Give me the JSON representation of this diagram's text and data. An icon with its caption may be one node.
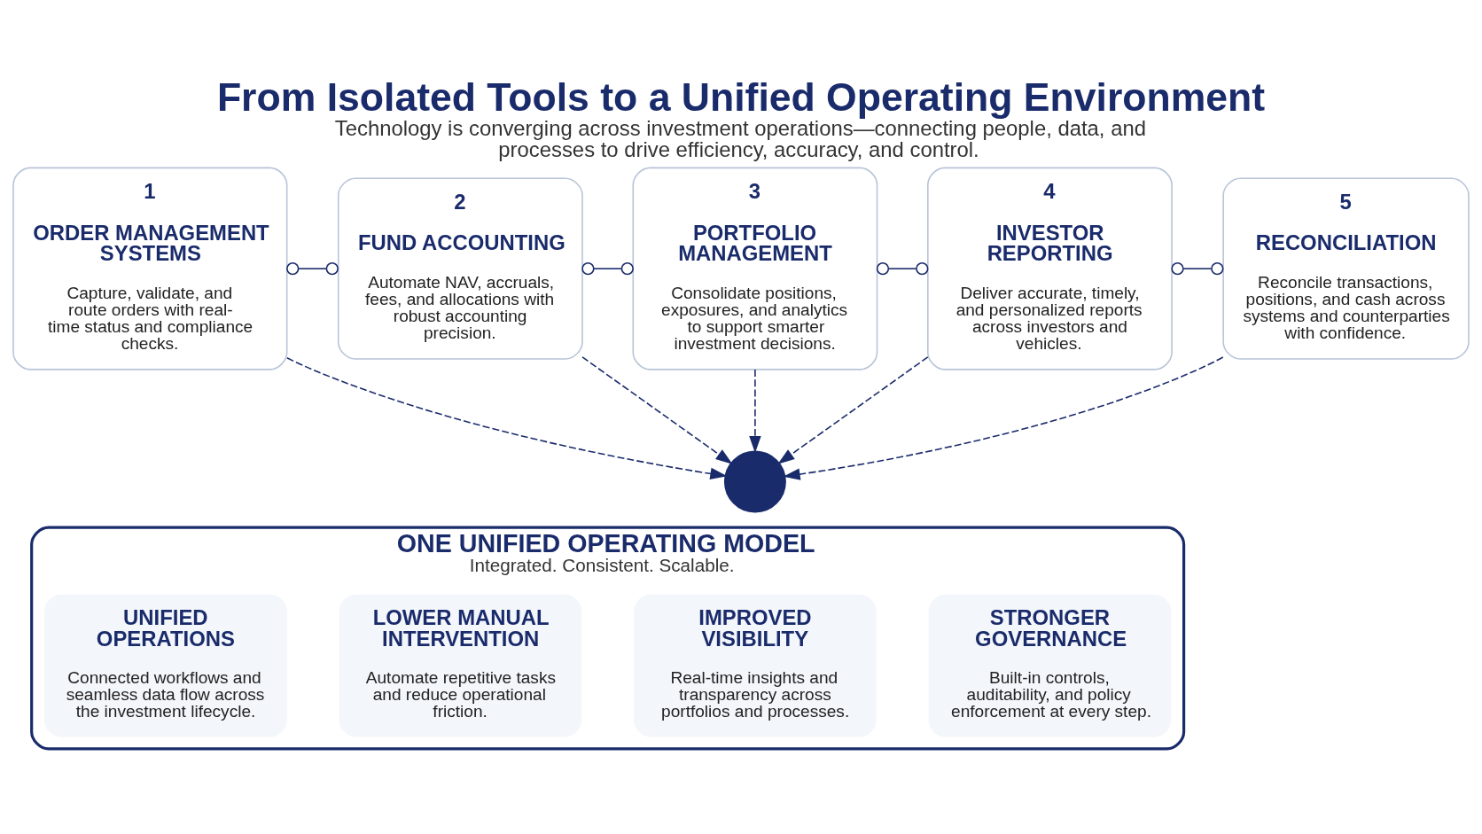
{
  "diagram": {
    "title": "From Isolated Tools to a Unified Operating Environment",
    "caption": "Technology is converging across investment operations—connecting people, data, and processes to drive efficiency, accuracy, and control.",
    "nodes": [
      {
        "text": [
          "1",
          "ORDER MANAGEMENT SYSTEMS",
          "Capture, validate, and route orders with real-time status and compliance checks."
        ]
      },
      {
        "text": [
          "2",
          "FUND ACCOUNTING",
          "Automate NAV, accruals, fees, and allocations with robust accounting precision."
        ]
      },
      {
        "text": [
          "3",
          "PORTFOLIO MANAGEMENT",
          "Consolidate positions, exposures, and analytics to support smarter investment decisions."
        ]
      },
      {
        "text": [
          "4",
          "INVESTOR REPORTING",
          "Deliver accurate, timely, and personalized reports across investors and vehicles."
        ]
      },
      {
        "text": [
          "5",
          "RECONCILIATION",
          "Reconcile transactions, positions, and cash across systems and counterparties with confidence."
        ]
      },
      {
        "text": [],
        "shape": "circle"
      },
      {
        "text": [
          "ONE UNIFIED OPERATING MODEL",
          "Integrated. Consistent. Scalable."
        ]
      },
      {
        "text": [
          "UNIFIED OPERATIONS",
          "Connected workflows and seamless data flow across the investment lifecycle."
        ],
        "in": 6
      },
      {
        "text": [
          "LOWER MANUAL INTERVENTION",
          "Automate repetitive tasks and reduce operational friction."
        ],
        "in": 6
      },
      {
        "text": [
          "IMPROVED VISIBILITY",
          "Real-time insights and transparency across portfolios and processes."
        ],
        "in": 6
      },
      {
        "text": [
          "STRONGER GOVERNANCE",
          "Built-in controls, auditability, and policy enforcement at every step."
        ],
        "in": 6
      }
    ],
    "edges": [
      {
        "from": 0,
        "to": 1,
        "arrow": "other"
      },
      {
        "from": 1,
        "to": 2,
        "arrow": "other"
      },
      {
        "from": 2,
        "to": 3,
        "arrow": "other"
      },
      {
        "from": 3,
        "to": 4,
        "arrow": "other"
      },
      {
        "from": 0,
        "to": 5,
        "arrow": "to",
        "style": "dashed"
      },
      {
        "from": 1,
        "to": 5,
        "arrow": "to",
        "style": "dashed"
      },
      {
        "from": 2,
        "to": 5,
        "arrow": "to",
        "style": "dashed"
      },
      {
        "from": 3,
        "to": 5,
        "arrow": "to",
        "style": "dashed"
      },
      {
        "from": 4,
        "to": 5,
        "arrow": "to",
        "style": "dashed"
      }
    ]
  }
}
